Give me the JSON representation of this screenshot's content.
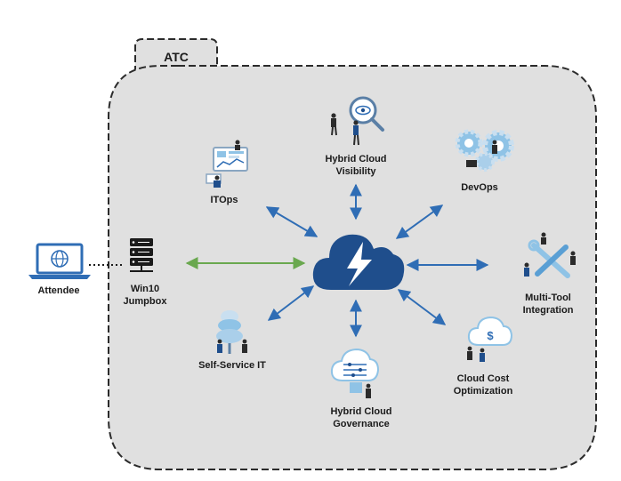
{
  "container": {
    "tab_label": "ATC"
  },
  "colors": {
    "container_fill": "#e0e0e0",
    "container_border": "#2b2b2b",
    "arrow_blue": "#2f6db5",
    "arrow_green": "#6aa84f",
    "cloud_navy": "#1f4e8c",
    "icon_light_blue": "#8fc3e6",
    "laptop_blue": "#2f6db5",
    "server_black": "#1a1a1a"
  },
  "nodes": {
    "attendee": {
      "label": "Attendee",
      "icon": "laptop-globe-icon"
    },
    "jumpbox": {
      "label_line1": "Win10",
      "label_line2": "Jumpbox",
      "icon": "server-rack-icon"
    },
    "center": {
      "icon": "cloud-lightning-icon"
    },
    "visibility": {
      "label_line1": "Hybrid Cloud",
      "label_line2": "Visibility",
      "icon": "magnifier-eye-icon"
    },
    "itops": {
      "label": "ITOps",
      "icon": "monitor-dashboard-icon"
    },
    "devops": {
      "label": "DevOps",
      "icon": "gears-icon"
    },
    "multitool": {
      "label_line1": "Multi-Tool",
      "label_line2": "Integration",
      "icon": "tools-icon"
    },
    "cost": {
      "label_line1": "Cloud Cost",
      "label_line2": "Optimization",
      "icon": "cloud-dollar-icon"
    },
    "governance": {
      "label_line1": "Hybrid Cloud",
      "label_line2": "Governance",
      "icon": "cloud-sliders-icon"
    },
    "selfservice": {
      "label": "Self-Service IT",
      "icon": "cloud-stack-icon"
    }
  },
  "connections": [
    {
      "from": "center",
      "to": "visibility",
      "style": "double-arrow-blue"
    },
    {
      "from": "center",
      "to": "itops",
      "style": "double-arrow-blue"
    },
    {
      "from": "center",
      "to": "devops",
      "style": "double-arrow-blue"
    },
    {
      "from": "center",
      "to": "multitool",
      "style": "double-arrow-blue"
    },
    {
      "from": "center",
      "to": "cost",
      "style": "double-arrow-blue"
    },
    {
      "from": "center",
      "to": "governance",
      "style": "double-arrow-blue"
    },
    {
      "from": "center",
      "to": "selfservice",
      "style": "double-arrow-blue"
    },
    {
      "from": "center",
      "to": "jumpbox",
      "style": "double-arrow-green"
    },
    {
      "from": "attendee",
      "to": "jumpbox",
      "style": "dotted-line"
    }
  ]
}
